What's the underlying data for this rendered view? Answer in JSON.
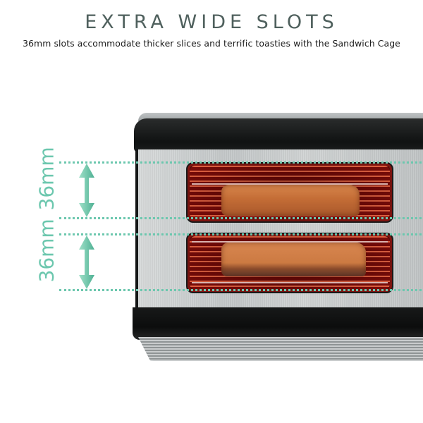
{
  "header": {
    "title": "EXTRA WIDE SLOTS",
    "subtitle": "36mm slots accommodate thicker slices and terrific toasties with the Sandwich Cage"
  },
  "measurements": [
    {
      "label": "36mm",
      "slot": "top"
    },
    {
      "label": "36mm",
      "slot": "bottom"
    }
  ],
  "colors": {
    "title": "#4f605d",
    "accent_measure": "#6cc7ae",
    "slot_glow": "#c01a12",
    "toast": "#c46d36"
  },
  "product": {
    "name": "toaster",
    "slots": 2,
    "icons": [
      "double-arrow-icon",
      "double-arrow-icon"
    ]
  }
}
